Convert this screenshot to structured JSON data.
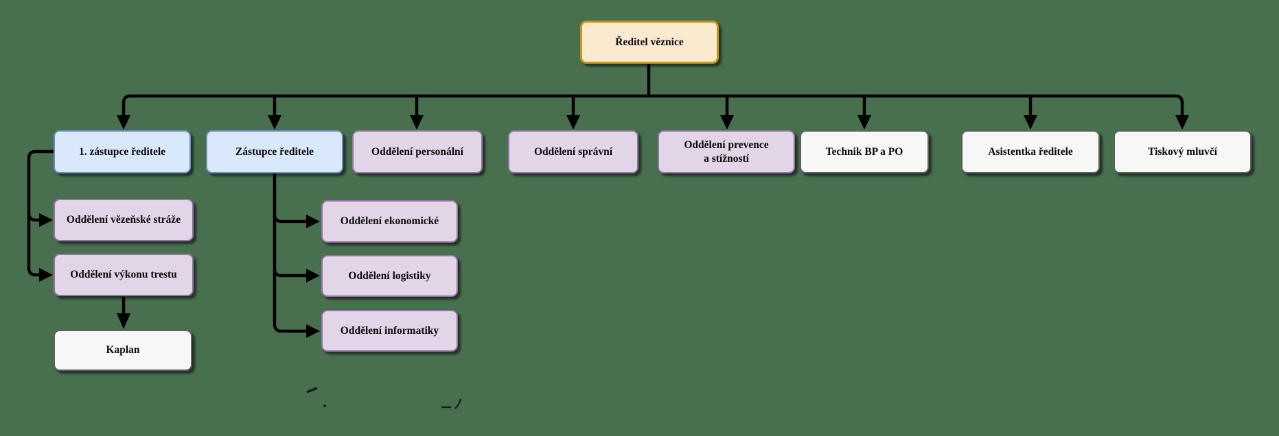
{
  "diagram_type": "org-chart",
  "background_color": "#48704E",
  "connector_color": "#000000",
  "palette": {
    "director": {
      "fill": "#FBE9D0",
      "border": "#C79413"
    },
    "deputy": {
      "fill": "#DAE8FC",
      "border": "#6C8EBF"
    },
    "department": {
      "fill": "#E1D5E7",
      "border": "#9673A6"
    },
    "staff": {
      "fill": "#F7F7F7",
      "border": "#5E5E5E"
    }
  },
  "nodes": {
    "reditel": {
      "label": "Ředitel věznice",
      "variant": "director"
    },
    "zastupce1": {
      "label": "1. zástupce ředitele",
      "variant": "deputy"
    },
    "zastupce2": {
      "label": "Zástupce ředitele",
      "variant": "deputy"
    },
    "personalni": {
      "label": "Oddělení personální",
      "variant": "department"
    },
    "spravni": {
      "label": "Oddělení správní",
      "variant": "department"
    },
    "prevence": {
      "label": "Oddělení prevence\na stížností",
      "variant": "department"
    },
    "technik": {
      "label": "Technik BP a PO",
      "variant": "staff"
    },
    "asistentka": {
      "label": "Asistentka ředitele",
      "variant": "staff"
    },
    "tiskovy": {
      "label": "Tiskový mluvčí",
      "variant": "staff"
    },
    "straze": {
      "label": "Oddělení vězeňské stráže",
      "variant": "department"
    },
    "trestu": {
      "label": "Oddělení výkonu trestu",
      "variant": "department"
    },
    "kaplan": {
      "label": "Kaplan",
      "variant": "staff"
    },
    "ekonomicke": {
      "label": "Oddělení ekonomické",
      "variant": "department"
    },
    "logistiky": {
      "label": "Oddělení logistiky",
      "variant": "department"
    },
    "informatiky": {
      "label": "Oddělení informatiky",
      "variant": "department"
    }
  },
  "edges": [
    {
      "from": "reditel",
      "to": "zastupce1"
    },
    {
      "from": "reditel",
      "to": "zastupce2"
    },
    {
      "from": "reditel",
      "to": "personalni"
    },
    {
      "from": "reditel",
      "to": "spravni"
    },
    {
      "from": "reditel",
      "to": "prevence"
    },
    {
      "from": "reditel",
      "to": "technik"
    },
    {
      "from": "reditel",
      "to": "asistentka"
    },
    {
      "from": "reditel",
      "to": "tiskovy"
    },
    {
      "from": "zastupce1",
      "to": "straze"
    },
    {
      "from": "zastupce1",
      "to": "trestu"
    },
    {
      "from": "trestu",
      "to": "kaplan"
    },
    {
      "from": "zastupce2",
      "to": "ekonomicke"
    },
    {
      "from": "zastupce2",
      "to": "logistiky"
    },
    {
      "from": "zastupce2",
      "to": "informatiky"
    }
  ],
  "stray_marks": [
    "diagonal-dash",
    "dot",
    "underscore",
    "curve"
  ]
}
